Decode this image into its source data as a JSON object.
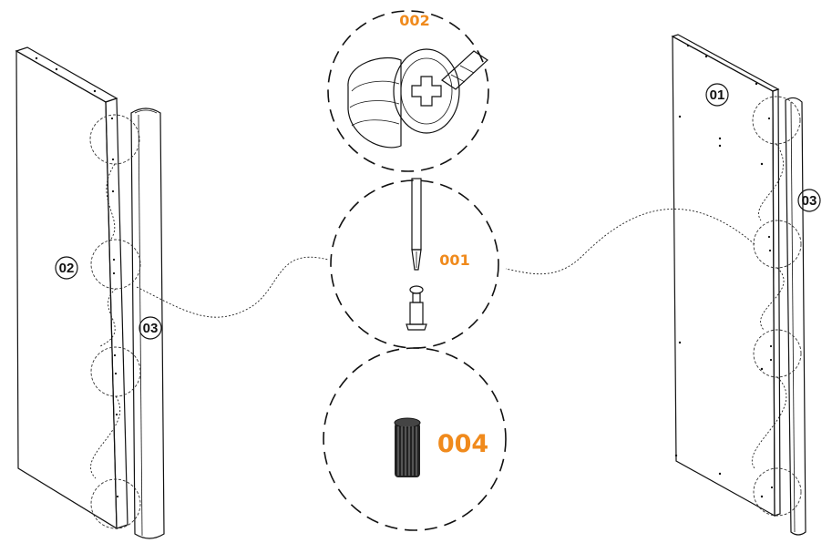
{
  "callouts": {
    "c01_left_panel": "02",
    "c03_left_profile": "03",
    "c01_right_panel": "01",
    "c03_right_profile": "03"
  },
  "parts": {
    "p002": "002",
    "p001": "001",
    "p004": "004"
  },
  "colors": {
    "accent": "#f08a1c",
    "line": "#111111",
    "background": "#ffffff"
  }
}
